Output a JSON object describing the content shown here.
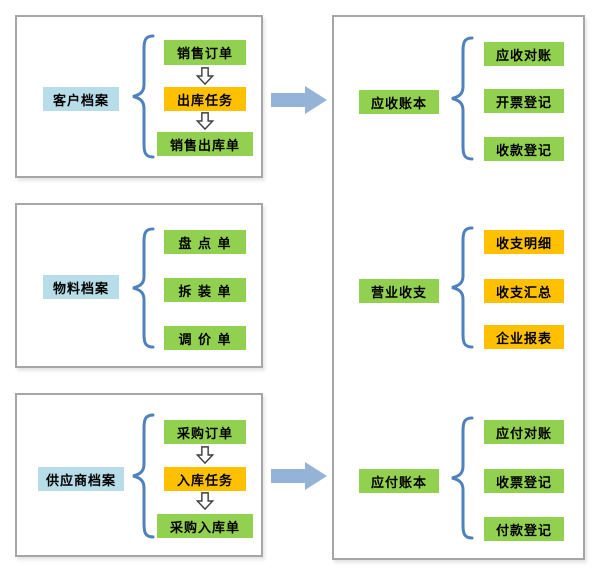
{
  "diagram_title": "",
  "left_panels": [
    {
      "name": "customer-file",
      "label": "客户档案",
      "items": [
        "销售订单",
        "出库任务",
        "销售出库单"
      ],
      "item_colors": [
        "green",
        "orange",
        "green"
      ],
      "sequential_flow": true
    },
    {
      "name": "material-file",
      "label": "物料档案",
      "items": [
        "盘 点 单",
        "拆 装 单",
        "调 价 单"
      ],
      "item_colors": [
        "green",
        "green",
        "green"
      ],
      "sequential_flow": false
    },
    {
      "name": "supplier-file",
      "label": "供应商档案",
      "items": [
        "采购订单",
        "入库任务",
        "采购入库单"
      ],
      "item_colors": [
        "green",
        "orange",
        "green"
      ],
      "sequential_flow": true
    }
  ],
  "right_groups": [
    {
      "name": "receivable-ledger",
      "label": "应收账本",
      "items": [
        "应收对账",
        "开票登记",
        "收款登记"
      ],
      "item_colors": [
        "green",
        "green",
        "green"
      ]
    },
    {
      "name": "business-revenue",
      "label": "营业收支",
      "items": [
        "收支明细",
        "收支汇总",
        "企业报表"
      ],
      "item_colors": [
        "orange",
        "orange",
        "orange"
      ]
    },
    {
      "name": "payable-ledger",
      "label": "应付账本",
      "items": [
        "应付对账",
        "收票登记",
        "付款登记"
      ],
      "item_colors": [
        "green",
        "green",
        "green"
      ]
    }
  ],
  "icons": {
    "brace": "left-curly-brace",
    "down_arrow": "hollow-down-block-arrow",
    "flow_arrow": "right-block-arrow"
  },
  "colors": {
    "green": "#92d050",
    "orange": "#ffc000",
    "light_blue": "#b7dee8",
    "flow_arrow_blue": "#95b3d7",
    "brace_blue": "#4f81bd",
    "panel_border_gray": "#a6a6a6",
    "text": "#000000"
  }
}
